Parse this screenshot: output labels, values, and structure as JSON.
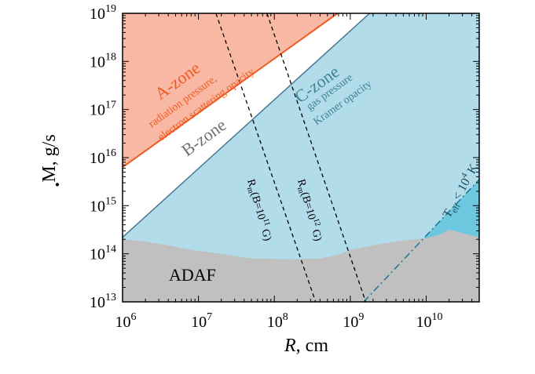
{
  "chart_data": {
    "type": "area",
    "x_scale": "log",
    "y_scale": "log",
    "xlim": [
      1000000,
      50000000000
    ],
    "ylim": [
      10000000000000,
      10000000000000000000
    ],
    "xlabel": {
      "italic": "R",
      "rest": ", cm"
    },
    "ylabel": "M, g/s",
    "ylabel_dot": "·",
    "x_ticks": [
      {
        "value": 1000000,
        "mant": "10",
        "exp": "6"
      },
      {
        "value": 10000000,
        "mant": "10",
        "exp": "7"
      },
      {
        "value": 100000000,
        "mant": "10",
        "exp": "8"
      },
      {
        "value": 1000000000,
        "mant": "10",
        "exp": "9"
      },
      {
        "value": 10000000000,
        "mant": "10",
        "exp": "10"
      }
    ],
    "y_ticks": [
      {
        "value": 10000000000000,
        "mant": "10",
        "exp": "13"
      },
      {
        "value": 100000000000000,
        "mant": "10",
        "exp": "14"
      },
      {
        "value": 1000000000000000,
        "mant": "10",
        "exp": "15"
      },
      {
        "value": 10000000000000000,
        "mant": "10",
        "exp": "16"
      },
      {
        "value": 100000000000000000,
        "mant": "10",
        "exp": "17"
      },
      {
        "value": 1000000000000000000,
        "mant": "10",
        "exp": "18"
      },
      {
        "value": 10000000000000000000,
        "mant": "10",
        "exp": "19"
      }
    ],
    "boundaries": {
      "ab": {
        "name": "A/B boundary",
        "color": "#f05a22",
        "x": [
          1000000,
          680000000
        ],
        "y": [
          6300000000000000,
          10000000000000000000
        ]
      },
      "bc": {
        "name": "B/C boundary",
        "color": "#4a7890",
        "x": [
          1000000,
          1800000000
        ],
        "y": [
          220000000000000,
          10000000000000000000
        ]
      },
      "teff": {
        "name": "Teff boundary",
        "color": "#1e7690",
        "x": [
          1500000000,
          50000000000
        ],
        "y": [
          10000000000000,
          3500000000000000
        ]
      },
      "adaf": {
        "name": "ADAF boundary",
        "color": "#c0c0c0",
        "x": [
          1000000,
          2000000,
          4000000,
          8000000,
          20000000,
          50000000,
          100000000,
          200000000,
          400000000,
          700000000,
          1000000000,
          2000000000,
          4000000000,
          7000000000,
          10000000000,
          15000000000,
          20000000000,
          30000000000,
          50000000000
        ],
        "y": [
          200000000000000,
          180000000000000,
          150000000000000,
          120000000000000,
          100000000000000,
          80000000000000,
          78000000000000,
          77000000000000,
          80000000000000,
          95000000000000,
          120000000000000,
          150000000000000,
          180000000000000,
          200000000000000,
          210000000000000,
          250000000000000,
          320000000000000,
          270000000000000,
          220000000000000
        ]
      }
    },
    "rm_lines": [
      {
        "name": "Rm(B=10^11 G)",
        "x": [
          17000000,
          350000000
        ],
        "y": [
          10000000000000000000,
          10000000000000
        ]
      },
      {
        "name": "Rm(B=10^12 G)",
        "x": [
          80000000,
          1600000000
        ],
        "y": [
          10000000000000000000,
          10000000000000
        ]
      }
    ],
    "zone_colors": {
      "a": "#f9b8a4",
      "b": "#ffffff",
      "c": "#b2dcea",
      "teff": "#6cc7df",
      "adaf": "#c0c0c0"
    },
    "annotations": {
      "a_zone": {
        "title": "A-zone",
        "line1": "radiation pressure,",
        "line2": "electron scattering opacity",
        "color": "#f05a22"
      },
      "b_zone": {
        "title": "B-zone",
        "color": "#707070"
      },
      "c_zone": {
        "title": "C-zone",
        "line1": "gas pressure",
        "line2": "Kramer opacity",
        "color": "#3e8296"
      },
      "adaf": {
        "title": "ADAF",
        "color": "#000000"
      },
      "teff": {
        "sym": "T",
        "sub": "eff",
        "rel": " < ",
        "base": "10",
        "exp": "4",
        "unit": " K",
        "color": "#1b4f61"
      },
      "rm11": {
        "sym": "R",
        "sub": "m",
        "pre": "(B=10",
        "exp": "11",
        "post": " G)"
      },
      "rm12": {
        "sym": "R",
        "sub": "m",
        "pre": "(B=10",
        "exp": "12",
        "post": " G)"
      }
    }
  }
}
